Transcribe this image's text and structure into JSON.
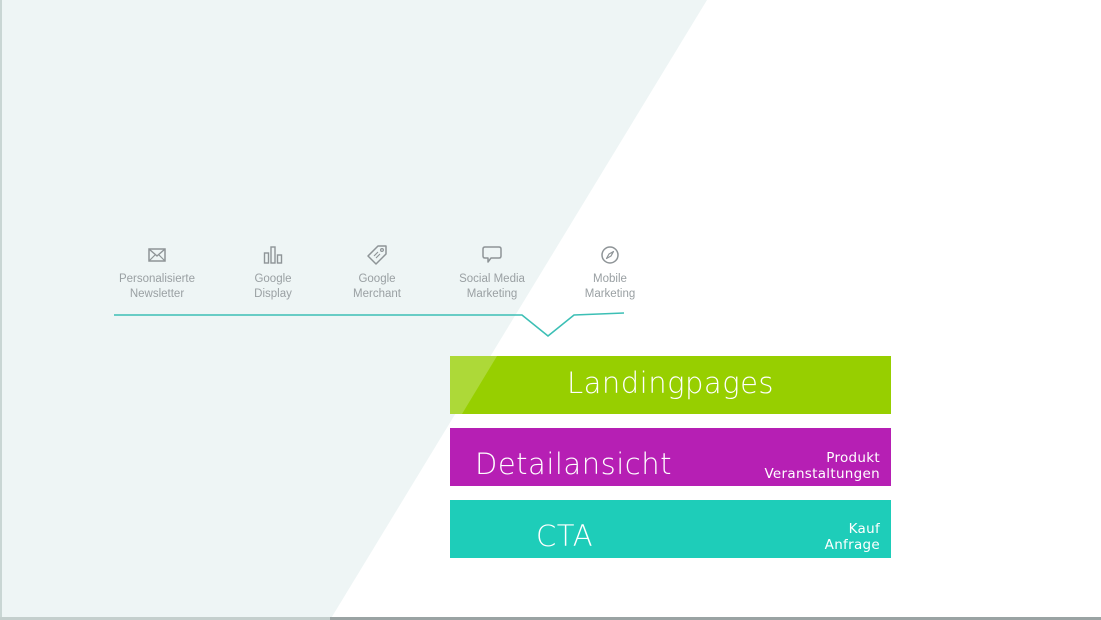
{
  "colors": {
    "background": "#ffffff",
    "panel": "#eef5f5",
    "timeline_line": "#3cbfb5",
    "icon_text": "#9aa0a3",
    "landingpages": "#97cf00",
    "detailansicht": "#b61fb4",
    "cta": "#1ecdb9"
  },
  "channels": [
    {
      "icon": "envelope-icon",
      "line1": "Personalisierte",
      "line2": "Newsletter"
    },
    {
      "icon": "bar-chart-icon",
      "line1": "Google",
      "line2": "Display"
    },
    {
      "icon": "price-tag-icon",
      "line1": "Google",
      "line2": "Merchant"
    },
    {
      "icon": "speech-bubble-icon",
      "line1": "Social Media",
      "line2": "Marketing"
    },
    {
      "icon": "compass-icon",
      "line1": "Mobile",
      "line2": "Marketing"
    }
  ],
  "funnel": {
    "landingpages": {
      "title": "Landingpages"
    },
    "detailansicht": {
      "title": "Detailansicht",
      "sub1": "Produkt",
      "sub2": "Veranstaltungen"
    },
    "cta": {
      "title": "CTA",
      "sub1": "Kauf",
      "sub2": "Anfrage"
    }
  }
}
